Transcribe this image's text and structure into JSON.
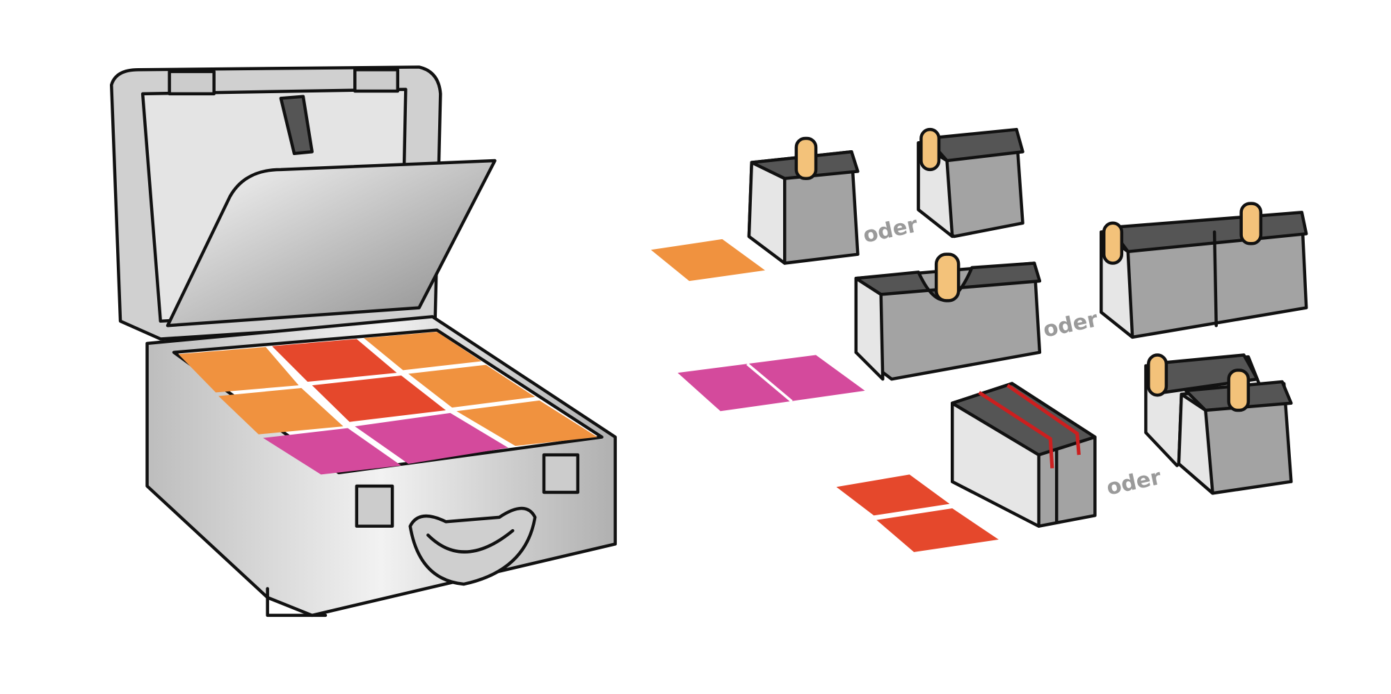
{
  "labels": {
    "oder_1": "oder",
    "oder_2": "oder",
    "oder_3": "oder"
  },
  "colors": {
    "orange": "#f0923f",
    "red": "#e5482c",
    "magenta": "#d44a9c",
    "box_gray": "#a3a3a3",
    "box_light": "#e6e6e6",
    "box_dark": "#555555",
    "strap": "#f3c27a",
    "elastic": "#cc1f1f"
  }
}
